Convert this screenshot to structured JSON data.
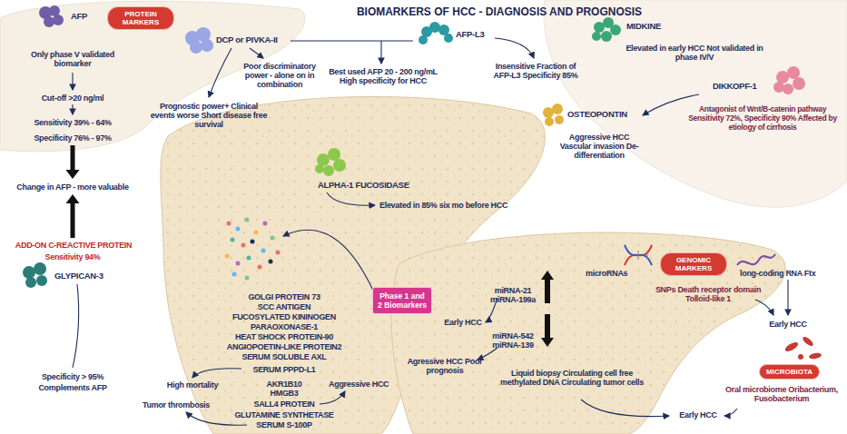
{
  "diagram": {
    "title": "BIOMARKERS OF HCC - DIAGNOSIS AND PROGNOSIS",
    "nodes": [
      {
        "text": [
          "PROTEIN MARKERS"
        ]
      },
      {
        "text": [
          "Phase 1 and 2 Biomarkers"
        ]
      },
      {
        "text": [
          "GENOMIC MARKERS"
        ]
      },
      {
        "text": [
          "MICROBIOTA"
        ]
      }
    ],
    "labels": [
      "AFP",
      "Only phase V validated biomarker",
      "Cut-off >20 ng/ml",
      "Sensitivity 39% - 64%",
      "Specificity 76% - 97%",
      "Change in AFP - more valuable",
      "ADD-ON C-REACTIVE PROTEIN",
      "Sensitivity 94%",
      "GLYPICAN-3",
      "Specificity > 95%",
      "Complements AFP",
      "DCP or PIVKA-II",
      "Poor discriminatory power - alone on in combination",
      "Prognostic power+ Clinical events worse Short disease free survival",
      "AFP-L3",
      "Insensitive Fraction of AFP-L3 Specificity 85%",
      "Best used AFP 20 - 200 ng/mL High specificity for HCC",
      "MIDKINE",
      "Elevated in early HCC Not validated in phase IV/V",
      "DIKKOPF-1",
      "Antagonist of Wnt/B-catenin pathway Sensitivity 72%, Specificity 90% Affected by etiology of cirrhosis",
      "OSTEOPONTIN",
      "Aggressive HCC Vascular invasion De-differentiation",
      "ALPHA-1 FUCOSIDASE",
      "Elevated in 85% six mo before HCC",
      "GOLGI PROTEIN 73",
      "SCC ANTIGEN",
      "FUCOSYLATED KININOGEN",
      "PARAOXONASE-1",
      "HEAT SHOCK PROTEIN-90",
      "ANGIOPOETIN-LIKE PROTEIN2",
      "SERUM SOLUBLE AXL",
      "SERUM PPPD-L1",
      "High mortality",
      "AKR1B10",
      "HMGB3",
      "SALL4 PROTEIN",
      "Aggressive HCC",
      "GLUTAMINE SYNTHETASE",
      "SERUM S-100P",
      "Tumor thrombosis",
      "microRNAs",
      "miRNA-21 miRNA-199a",
      "Early HCC",
      "miRNA-542 miRNA-139",
      "Agressive HCC Poor prognosis",
      "Liquid biopsy Circulating cell free methylated DNA Circulating tumor cells",
      "long-coding RNA Ftx",
      "SNPs Death receptor domain Tolloid-like 1",
      "Early HCC",
      "Oral microbiome Oribacterium, Fusobacterium",
      "Early HCC"
    ]
  }
}
